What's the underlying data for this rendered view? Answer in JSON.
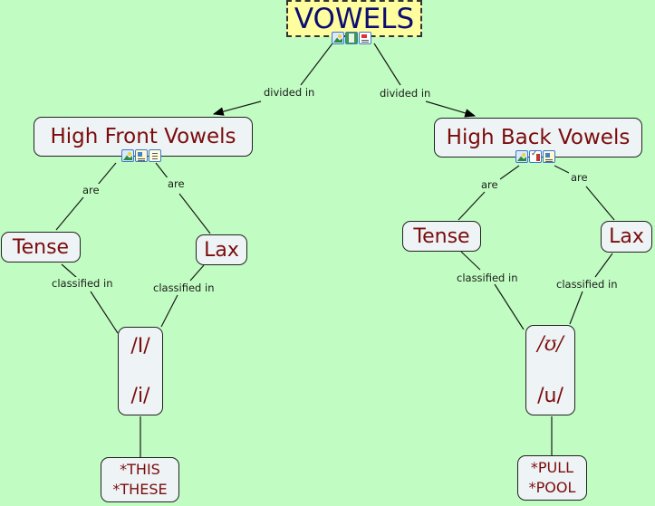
{
  "root": {
    "label": "VOWELS",
    "icons": [
      "image-icon",
      "video-icon",
      "document-icon"
    ]
  },
  "colors": {
    "background": "#c1fdc2",
    "root_fill": "#fefe9e",
    "root_text": "#0c0c72",
    "node_fill": "#eef3f6",
    "node_text": "#7b0c0c"
  },
  "links": {
    "divided_left": "divided in",
    "divided_right": "divided in",
    "are_front_tense": "are",
    "are_front_lax": "are",
    "are_back_tense": "are",
    "are_back_lax": "are",
    "class_front_tense": "classified in",
    "class_front_lax": "classified in",
    "class_back_tense": "classified in",
    "class_back_lax": "classified in"
  },
  "front": {
    "title": "High Front Vowels",
    "icons": [
      "image-icon",
      "picture-document-icon",
      "text-document-icon"
    ],
    "tense": "Tense",
    "lax": "Lax",
    "phonemes": {
      "top": "/I/",
      "bottom": "/i/"
    },
    "examples": {
      "line1": "*THIS",
      "line2": "*THESE"
    }
  },
  "back": {
    "title": "High Back Vowels",
    "icons": [
      "image-icon",
      "checklist-icon",
      "picture-document-icon"
    ],
    "tense": "Tense",
    "lax": "Lax",
    "phonemes": {
      "top": "/ʊ/",
      "bottom": "/u/"
    },
    "examples": {
      "line1": "*PULL",
      "line2": "*POOL"
    }
  }
}
